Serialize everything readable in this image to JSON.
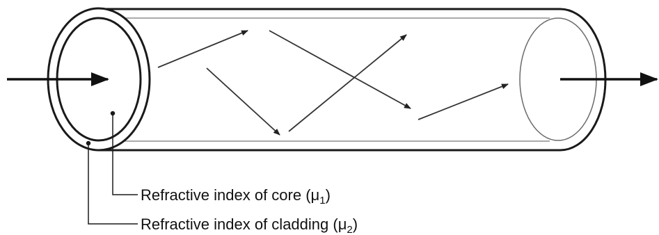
{
  "labels": {
    "core": "Refractive index of core (μ1)",
    "core_main": "Refractive index of core (μ",
    "core_sub": "1",
    "core_end": ")",
    "cladding": "Refractive index of cladding (μ2)",
    "cladding_main": "Refractive index of cladding (μ",
    "cladding_sub": "2",
    "cladding_end": ")"
  },
  "colors": {
    "outline": "#1a1a1a",
    "ray": "#333333",
    "light_outline": "#6a6a6a"
  }
}
